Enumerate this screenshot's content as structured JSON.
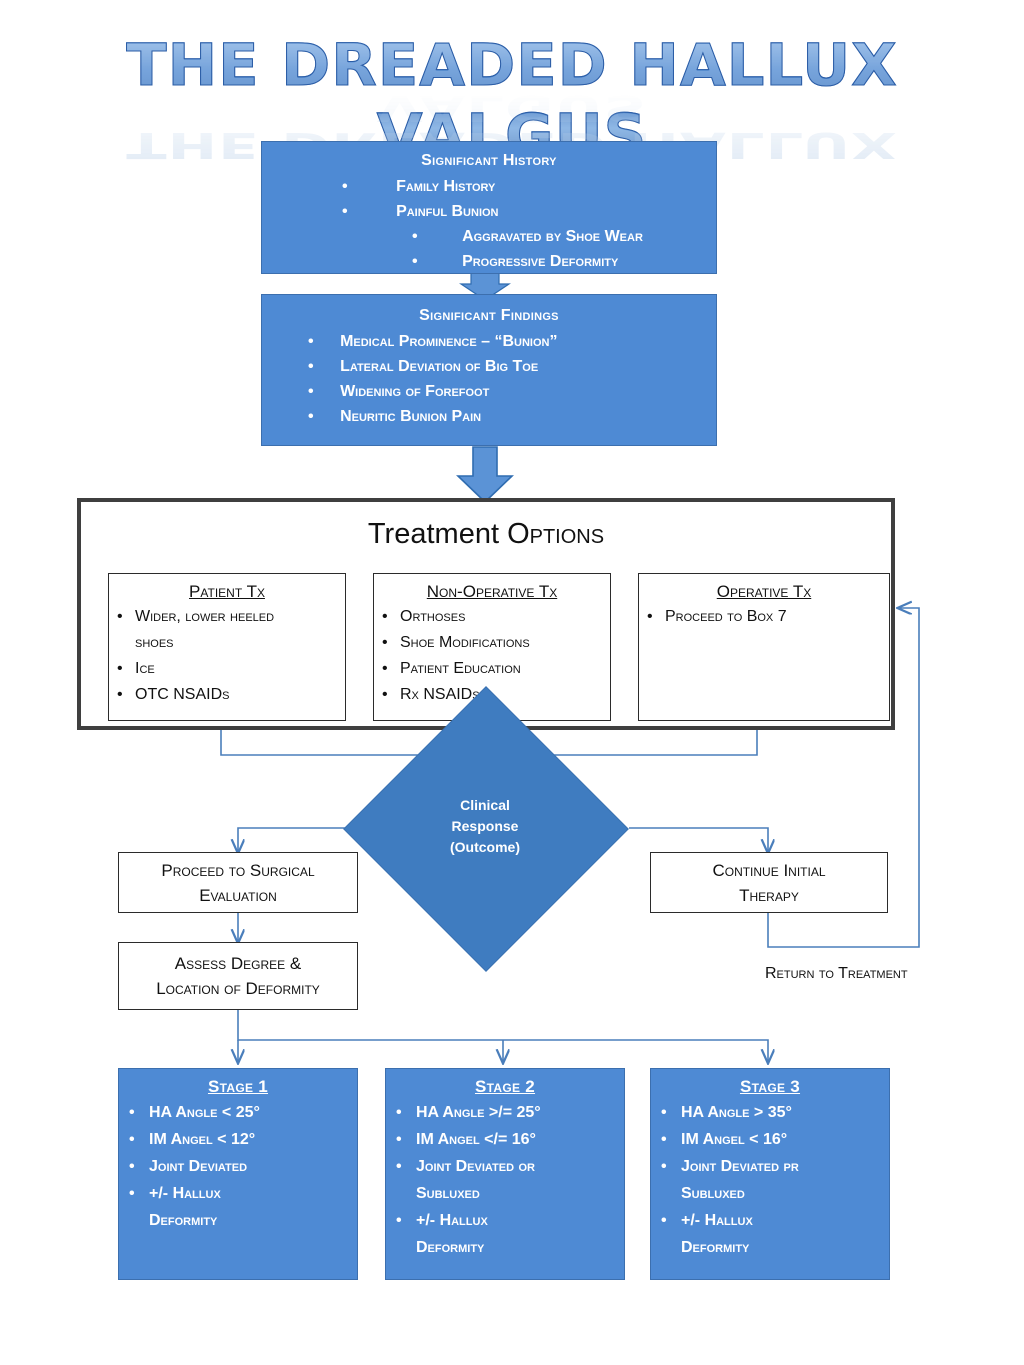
{
  "title": {
    "text": "THE DREADED HALLUX VALGUS"
  },
  "colors": {
    "box_blue": "#4E8AD4",
    "diamond_blue": "#3F7CC0",
    "connector_blue": "#4A7EBB",
    "thick_border": "#3F3F3F",
    "text_dark": "#111111",
    "text_light": "#FFFFFF"
  },
  "history_box": {
    "heading": "Significant History",
    "items": [
      "Family History",
      "Painful Bunion"
    ],
    "subitems": [
      "Aggravated by Shoe Wear",
      "Progressive Deformity"
    ]
  },
  "findings_box": {
    "heading": "Significant Findings",
    "items": [
      "Medical Prominence – “Bunion”",
      "Lateral Deviation of Big Toe",
      "Widening of Forefoot",
      "Neuritic Bunion Pain"
    ]
  },
  "treatment": {
    "title_part1": "Treatment ",
    "title_part2": "Options",
    "columns": [
      {
        "heading": "Patient Tx",
        "items": [
          {
            "text": "Wider, lower heeled",
            "cont": "shoes"
          },
          {
            "text": "Ice",
            "cont": ""
          },
          {
            "text": "OTC NSAIDs",
            "cont": ""
          }
        ]
      },
      {
        "heading": "Non-Operative Tx",
        "items": [
          {
            "text": "Orthoses",
            "cont": ""
          },
          {
            "text": "Shoe Modifications",
            "cont": ""
          },
          {
            "text": "Patient Education",
            "cont": ""
          },
          {
            "text": "Rx NSAIDs",
            "cont": ""
          }
        ]
      },
      {
        "heading": "Operative Tx",
        "items": [
          {
            "text": "Proceed to  Box 7",
            "cont": ""
          }
        ]
      }
    ]
  },
  "decision": {
    "line1": "Clinical",
    "line2": "Response",
    "line3": "(Outcome)"
  },
  "left_branch": {
    "box1_line1": "Proceed to Surgical",
    "box1_line2": "Evaluation",
    "box2_line1": "Assess Degree &",
    "box2_line2": "Location of Deformity"
  },
  "right_branch": {
    "box_line1": "Continue Initial",
    "box_line2": "Therapy",
    "return_label": "Return to Treatment"
  },
  "stages": [
    {
      "heading": "Stage 1",
      "items": [
        {
          "text": "HA Angle < 25°",
          "cont": ""
        },
        {
          "text": "IM Angel < 12°",
          "cont": ""
        },
        {
          "text": "Joint Deviated",
          "cont": ""
        },
        {
          "text": "+/- Hallux",
          "cont": "Deformity"
        }
      ]
    },
    {
      "heading": "Stage 2",
      "items": [
        {
          "text": "HA Angle >/= 25°",
          "cont": ""
        },
        {
          "text": "IM Angel </= 16°",
          "cont": ""
        },
        {
          "text": "Joint Deviated or",
          "cont": "Subluxed"
        },
        {
          "text": "+/- Hallux",
          "cont": "Deformity"
        }
      ]
    },
    {
      "heading": "Stage 3",
      "items": [
        {
          "text": "HA Angle > 35°",
          "cont": ""
        },
        {
          "text": "IM Angel < 16°",
          "cont": ""
        },
        {
          "text": "Joint Deviated pr",
          "cont": "Subluxed"
        },
        {
          "text": "+/- Hallux",
          "cont": "Deformity"
        }
      ]
    }
  ],
  "icons": {
    "bullet": "•",
    "down_block_arrow": "down-block-arrow",
    "arrowhead": "arrowhead"
  }
}
